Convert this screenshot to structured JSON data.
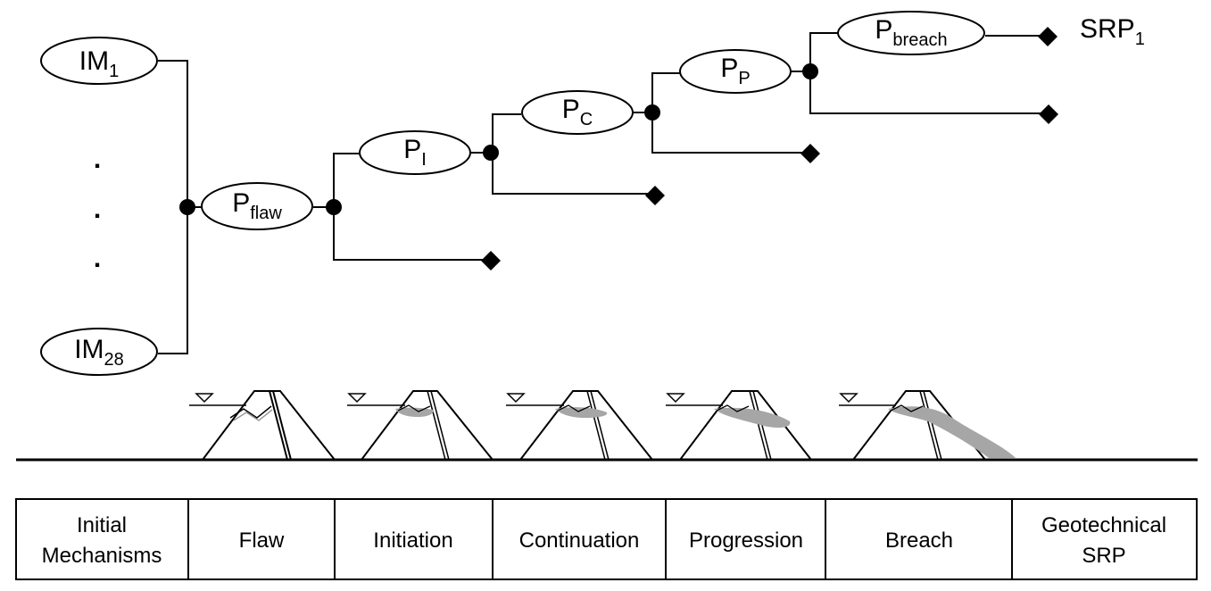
{
  "nodes": {
    "im1": {
      "main": "IM",
      "sub": "1"
    },
    "im28": {
      "main": "IM",
      "sub": "28"
    },
    "ellipsis": ".",
    "p_flaw": {
      "main": "P",
      "sub": "flaw"
    },
    "p_i": {
      "main": "P",
      "sub": "I"
    },
    "p_c": {
      "main": "P",
      "sub": "C"
    },
    "p_p": {
      "main": "P",
      "sub": "P"
    },
    "p_breach": {
      "main": "P",
      "sub": "breach"
    }
  },
  "outcome": {
    "main": "SRP",
    "sub": "1"
  },
  "stages": [
    {
      "line1": "Initial",
      "line2": "Mechanisms"
    },
    {
      "line1": "Flaw",
      "line2": ""
    },
    {
      "line1": "Initiation",
      "line2": ""
    },
    {
      "line1": "Continuation",
      "line2": ""
    },
    {
      "line1": "Progression",
      "line2": ""
    },
    {
      "line1": "Breach",
      "line2": ""
    },
    {
      "line1": "Geotechnical",
      "line2": "SRP"
    }
  ],
  "colors": {
    "line": "#000000",
    "erosion": "#a6a6a6",
    "background": "#ffffff"
  }
}
